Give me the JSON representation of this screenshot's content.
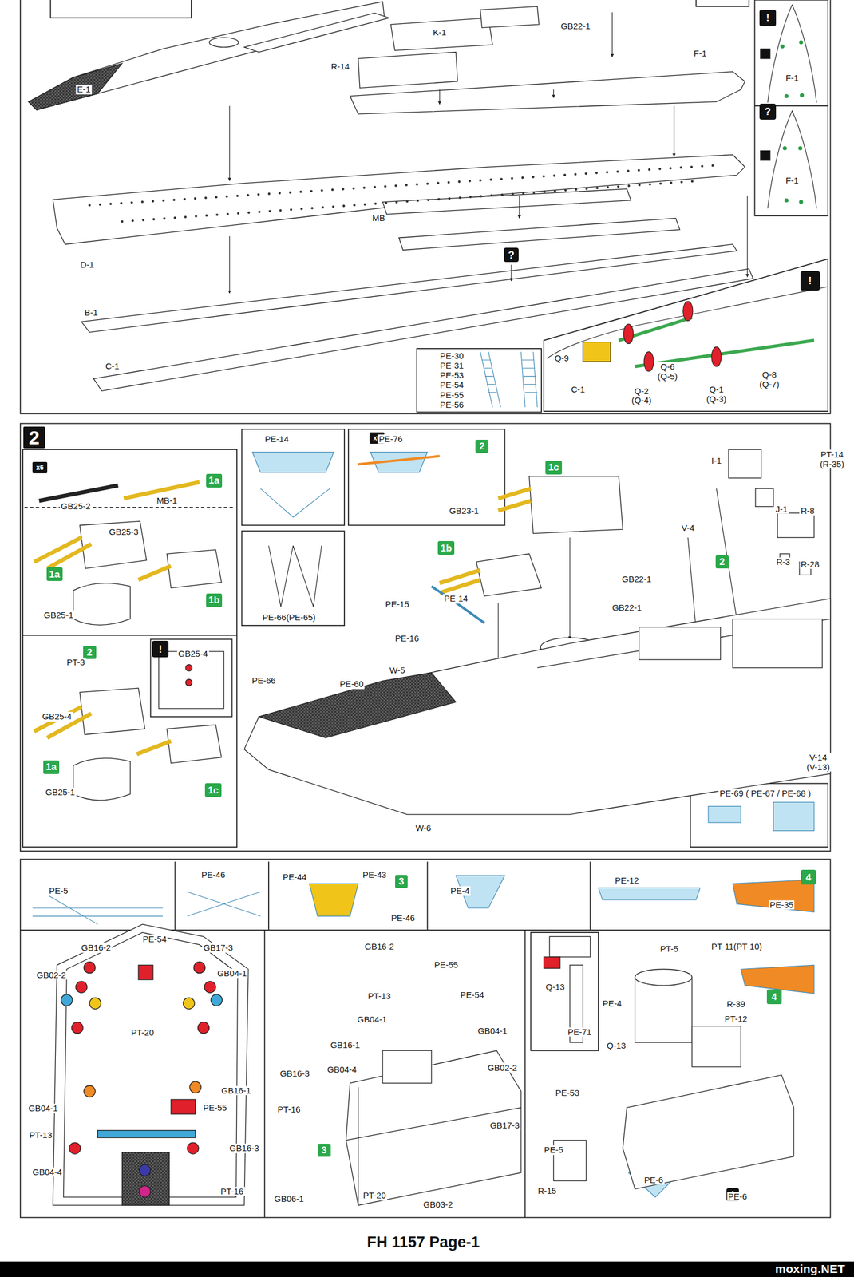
{
  "diagram": {
    "caption": "FH 1157 Page-1",
    "nodes": [
      {
        "text": [
          "!"
        ]
      },
      {
        "text": [
          "?"
        ]
      },
      {
        "text": [
          "?"
        ]
      },
      {
        "text": [
          "!"
        ]
      },
      {
        "text": [
          "2"
        ]
      },
      {
        "text": [
          "x6"
        ]
      },
      {
        "text": [
          "1a"
        ]
      },
      {
        "text": [
          "1a"
        ]
      },
      {
        "text": [
          "1b"
        ]
      },
      {
        "text": [
          "2"
        ]
      },
      {
        "text": [
          "!"
        ]
      },
      {
        "text": [
          "1a"
        ]
      },
      {
        "text": [
          "1c"
        ]
      },
      {
        "text": [
          "x6"
        ]
      },
      {
        "text": [
          "2"
        ]
      },
      {
        "text": [
          "1c"
        ]
      },
      {
        "text": [
          "1b"
        ]
      },
      {
        "text": [
          "2"
        ]
      },
      {
        "text": [
          "3"
        ]
      },
      {
        "text": [
          "4"
        ]
      },
      {
        "text": [
          "3"
        ]
      },
      {
        "text": [
          "4"
        ]
      },
      {
        "text": [
          "!"
        ]
      }
    ],
    "labels": [
      "E-1",
      "K-1",
      "R-14",
      "GB22-1",
      "F-1",
      "F-1",
      "F-1",
      "D-1",
      "MB",
      "B-1",
      "C-1",
      "PE-30",
      "PE-31",
      "PE-53",
      "PE-54",
      "PE-55",
      "PE-56",
      "Q-9",
      "C-1",
      "Q-2 (Q-4)",
      "Q-6 (Q-5)",
      "Q-1 (Q-3)",
      "Q-8 (Q-7)",
      "GB25-2",
      "MB-1",
      "GB25-3",
      "GB25-1",
      "PT-3",
      "GB25-4",
      "GB25-4",
      "GB25-1",
      "PE-14",
      "PE-76",
      "GB23-1",
      "PE-66(PE-65)",
      "PE-15",
      "PE-14",
      "PE-16",
      "W-5",
      "PE-60",
      "PE-66",
      "W-6",
      "GB22-1",
      "GB22-1",
      "V-4",
      "I-1",
      "PT-14 (R-35)",
      "J-1",
      "R-8",
      "R-3",
      "R-28",
      "V-14 (V-13)",
      "PE-69 ( PE-67 / PE-68 )",
      "PE-5",
      "PE-46",
      "PE-44",
      "PE-43",
      "PE-46",
      "PE-4",
      "PE-12",
      "PE-35",
      "GB16-2",
      "PE-54",
      "GB17-3",
      "GB02-2",
      "GB04-1",
      "PT-20",
      "GB04-1",
      "GB16-1",
      "PE-55",
      "PT-13",
      "GB16-3",
      "GB04-4",
      "PT-16",
      "GB16-2",
      "PE-55",
      "PT-13",
      "PE-54",
      "GB04-1",
      "GB04-1",
      "GB16-1",
      "GB16-3",
      "GB04-4",
      "GB02-2",
      "PT-16",
      "GB17-3",
      "PT-20",
      "GB06-1",
      "GB03-2",
      "PT-5",
      "PT-11(PT-10)",
      "Q-13",
      "PE-71",
      "Q-13",
      "PE-4",
      "R-39",
      "PT-12",
      "PE-53",
      "PE-5",
      "R-15",
      "PE-6",
      "PE-6",
      "moxing.NET"
    ]
  }
}
